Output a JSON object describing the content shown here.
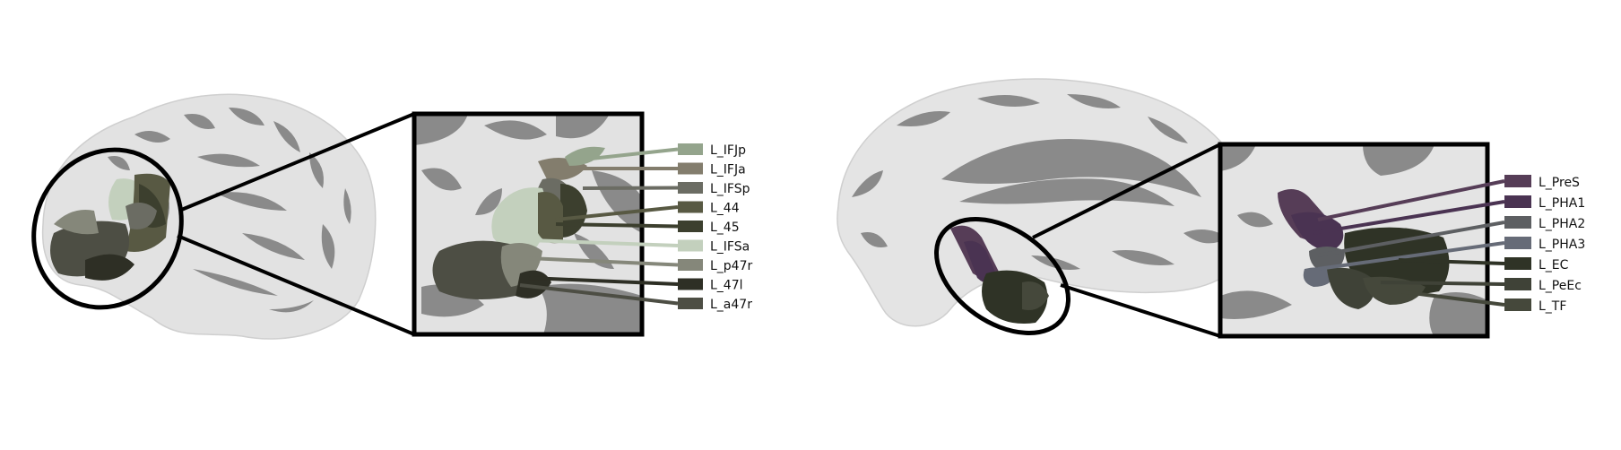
{
  "panels": {
    "lateral": {
      "colors": {
        "cortex_light": "#e2e2e2",
        "cortex_dark": "#8a8a8a",
        "outline": "#000000"
      },
      "legend": [
        {
          "label": "L_IFJp",
          "color": "#94a48c"
        },
        {
          "label": "L_IFJa",
          "color": "#837d6d"
        },
        {
          "label": "L_IFSp",
          "color": "#6b6c63"
        },
        {
          "label": "L_44",
          "color": "#585943"
        },
        {
          "label": "L_45",
          "color": "#3c3f2e"
        },
        {
          "label": "L_IFSa",
          "color": "#c3d0bd"
        },
        {
          "label": "L_p47r",
          "color": "#85877a"
        },
        {
          "label": "L_47l",
          "color": "#2e2f25"
        },
        {
          "label": "L_a47r",
          "color": "#4d4e44"
        }
      ]
    },
    "medial": {
      "colors": {
        "cortex_light": "#e4e4e4",
        "cortex_dark": "#8a8a8a",
        "outline": "#000000"
      },
      "legend": [
        {
          "label": "L_PreS",
          "color": "#563d57"
        },
        {
          "label": "L_PHA1",
          "color": "#4a3352"
        },
        {
          "label": "L_PHA2",
          "color": "#5d5f62"
        },
        {
          "label": "L_PHA3",
          "color": "#666b77"
        },
        {
          "label": "L_EC",
          "color": "#2f3326"
        },
        {
          "label": "L_PeEc",
          "color": "#3f4237"
        },
        {
          "label": "L_TF",
          "color": "#45483b"
        }
      ]
    }
  }
}
